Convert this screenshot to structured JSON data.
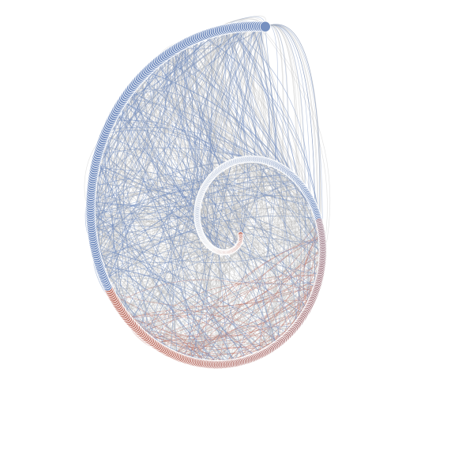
{
  "graph": {
    "layout": "spiral",
    "node_count": 560,
    "colors": {
      "start": "#f2f2f2",
      "red": "#c0776a",
      "blue": "#7690c0",
      "gray_edge": "#bdbdbd",
      "node_stroke": "#ffffff"
    },
    "edges": {
      "gray_count": 900,
      "red_count": 90,
      "blue_count": 260,
      "outer_fan_count": 60
    }
  }
}
